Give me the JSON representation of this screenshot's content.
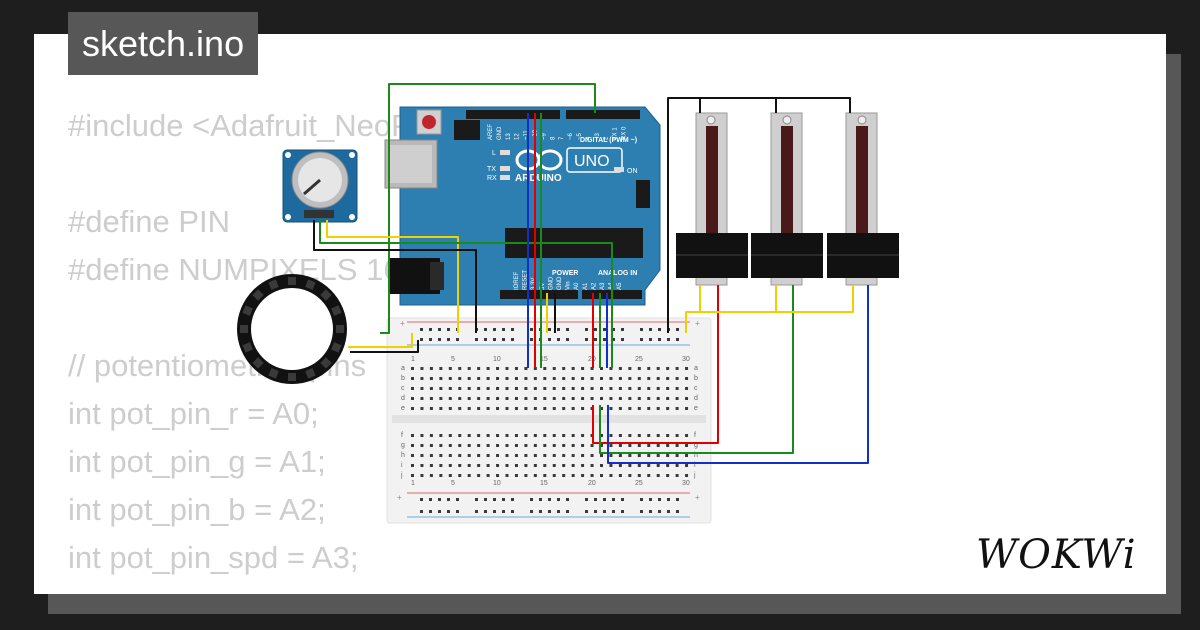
{
  "title": "sketch.ino",
  "code": {
    "lines": [
      "#include <Adafruit_NeoPixel.h>",
      "",
      "#define PIN",
      "#define NUMPIXELS 16",
      "",
      "// potentiometrier pins",
      "int pot_pin_r = A0;",
      "int pot_pin_g = A1;",
      "int pot_pin_b = A2;",
      "int pot_pin_spd = A3;"
    ]
  },
  "brand": "WOKWi",
  "arduino": {
    "model": "UNO",
    "brand": "ARDUINO",
    "digital_label": "DIGITAL (PWM ~)",
    "power_label": "POWER",
    "analog_label": "ANALOG IN",
    "on_label": "ON",
    "l_label": "L",
    "tx_label": "TX",
    "rx_label": "RX",
    "top_pins": [
      "AREF",
      "GND",
      "13",
      "12",
      "~11",
      "~10",
      "~9",
      "8",
      "7",
      "~6",
      "~5",
      "4",
      "~3",
      "2",
      "TX 1",
      "RX 0"
    ],
    "bottom_pins": [
      "IOREF",
      "RESET",
      "3.3V",
      "5V",
      "GND",
      "GND",
      "Vin",
      "A0",
      "A1",
      "A2",
      "A3",
      "A4",
      "A5"
    ]
  },
  "breadboard": {
    "column_numbers": [
      "1",
      "5",
      "10",
      "15",
      "20",
      "25",
      "30"
    ],
    "row_letters_top": [
      "a",
      "b",
      "c",
      "d",
      "e"
    ],
    "row_letters_bottom": [
      "f",
      "g",
      "h",
      "i",
      "j"
    ]
  },
  "colors": {
    "wire_red": "#e00000",
    "wire_green": "#1a8a1a",
    "wire_blue": "#1030c8",
    "wire_yellow": "#f0d000",
    "wire_black": "#111111",
    "arduino_blue": "#2d7fb1",
    "card_shadow": "#575757",
    "code_text": "#cdcdcd"
  }
}
